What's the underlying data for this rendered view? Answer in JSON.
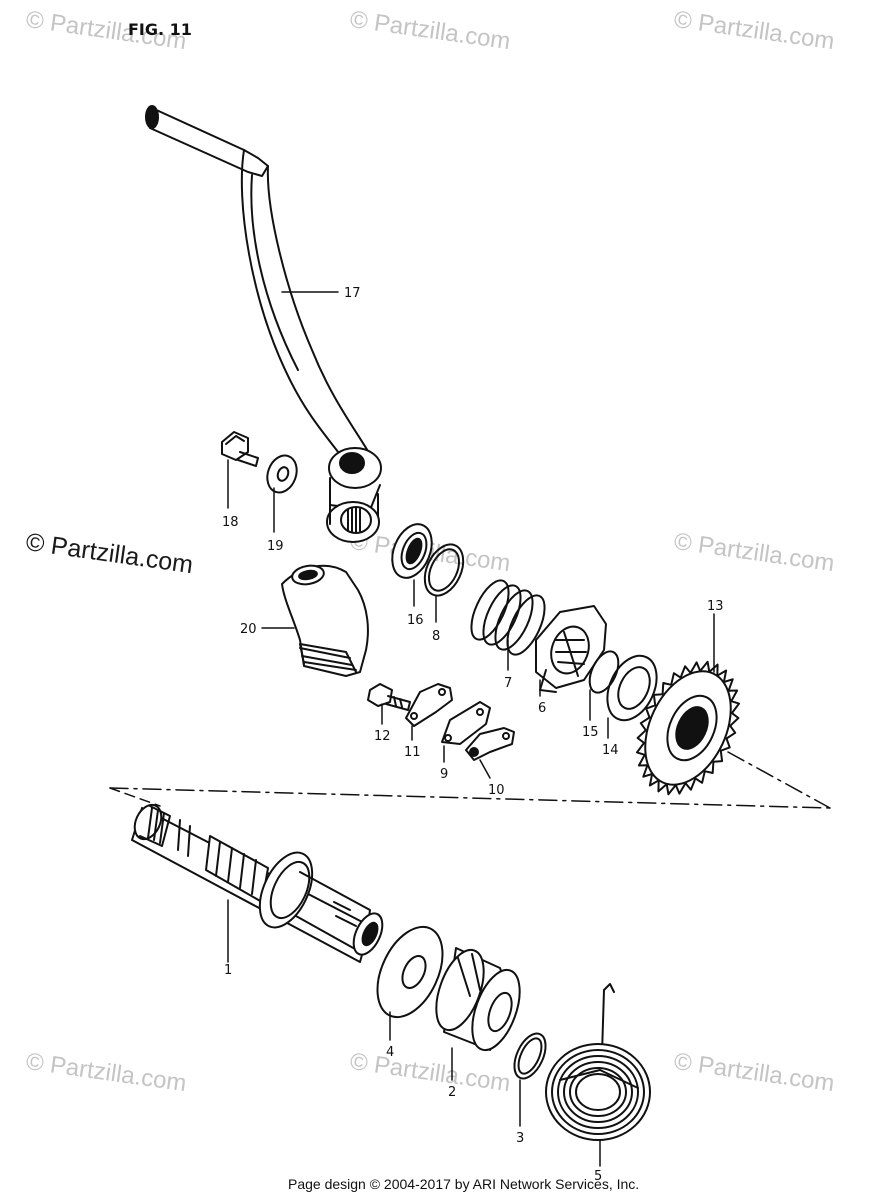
{
  "figure_label": "FIG. 11",
  "footer": "Page design © 2004-2017 by ARI Network Services, Inc.",
  "watermark": "© Partzilla.com",
  "callouts": [
    "17",
    "18",
    "19",
    "20",
    "16",
    "8",
    "7",
    "6",
    "13",
    "15",
    "14",
    "12",
    "11",
    "9",
    "10",
    "1",
    "4",
    "2",
    "3",
    "5"
  ],
  "colors": {
    "ink": "#111111",
    "watermark": "#c4c4c4"
  }
}
